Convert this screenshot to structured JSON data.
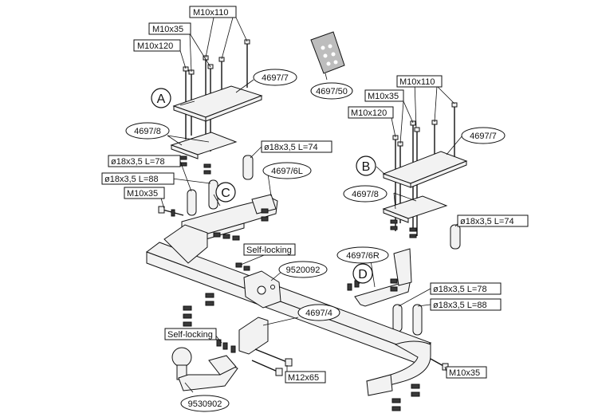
{
  "labels": {
    "bolt_m10x110_left": "M10x110",
    "bolt_m10x35_left": "M10x35",
    "bolt_m10x120_left": "M10x120",
    "part_4697_7_left": "4697/7",
    "part_4697_50": "4697/50",
    "part_4697_8_left": "4697/8",
    "pipe_l74_left": "ø18x3,5 L=74",
    "part_4697_6l": "4697/6L",
    "pipe_l78_left": "ø18x3,5 L=78",
    "pipe_l88_left": "ø18x3,5 L=88",
    "bolt_m10x35_side_left": "M10x35",
    "self_locking_top": "Self-locking",
    "part_9520092": "9520092",
    "part_4697_4": "4697/4",
    "self_locking_bottom": "Self-locking",
    "bolt_m12x65": "M12x65",
    "part_9530902": "9530902",
    "bolt_m10x110_right": "M10x110",
    "bolt_m10x35_right": "M10x35",
    "bolt_m10x120_right": "M10x120",
    "part_4697_7_right": "4697/7",
    "part_4697_8_right": "4697/8",
    "pipe_l74_right": "ø18x3,5 L=74",
    "part_4697_6r": "4697/6R",
    "pipe_l78_right": "ø18x3,5 L=78",
    "pipe_l88_right": "ø18x3,5 L=88",
    "bolt_m10x35_side_right": "M10x35"
  },
  "callouts": {
    "a": "A",
    "b": "B",
    "c": "C",
    "d": "D"
  }
}
